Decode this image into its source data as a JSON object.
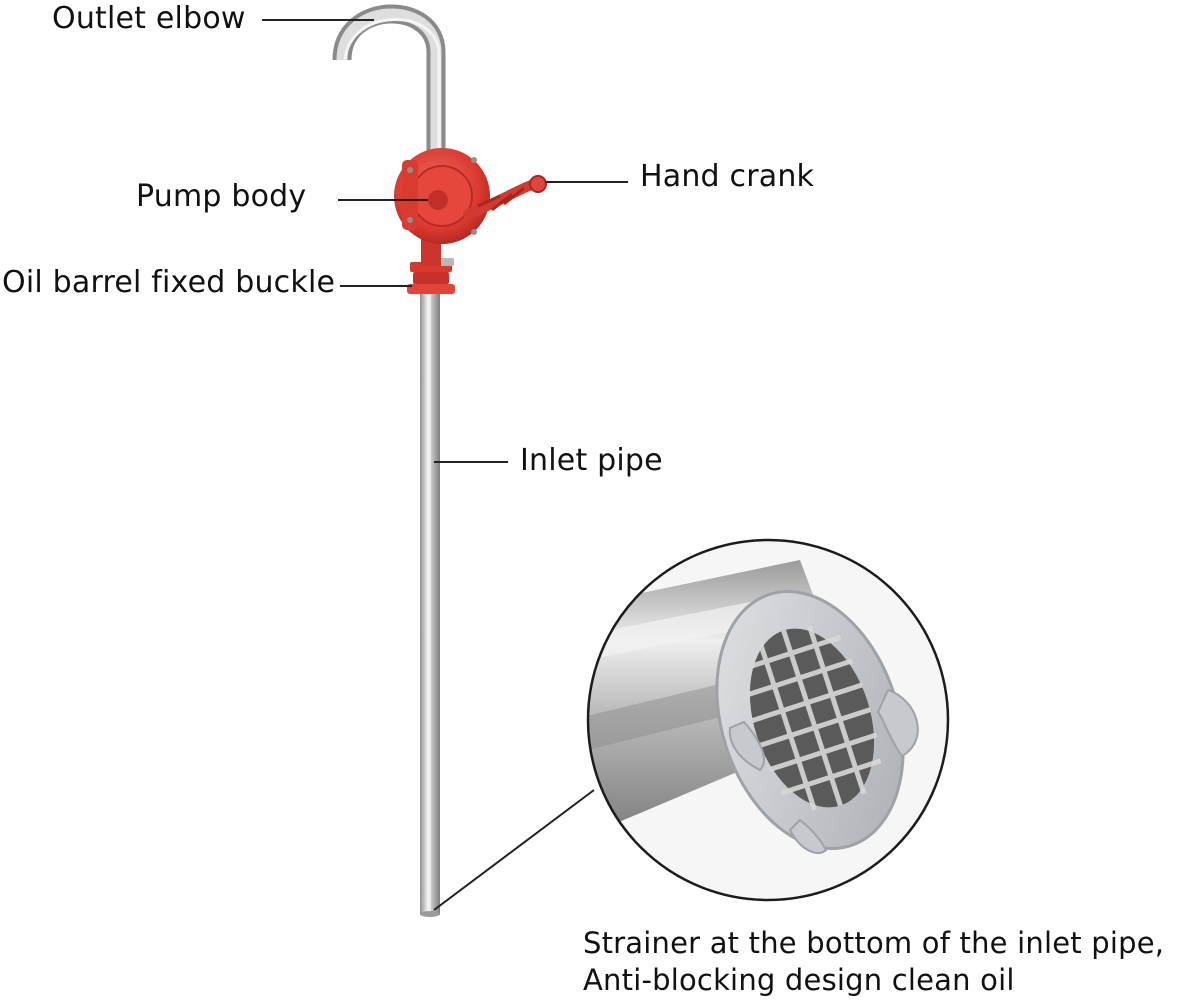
{
  "labels": {
    "outlet_elbow": "Outlet elbow",
    "pump_body": "Pump body",
    "oil_barrel_fixed_buckle": "Oil barrel fixed buckle",
    "hand_crank": "Hand crank",
    "inlet_pipe": "Inlet pipe",
    "strainer_line1": "Strainer at the bottom of the inlet pipe,",
    "strainer_line2": "Anti-blocking design clean oil"
  },
  "colors": {
    "pump_red": "#e0433b",
    "pipe_steel": "#b9b9b9",
    "strainer_rim": "#cfd2d6",
    "leader_line": "#222222"
  }
}
